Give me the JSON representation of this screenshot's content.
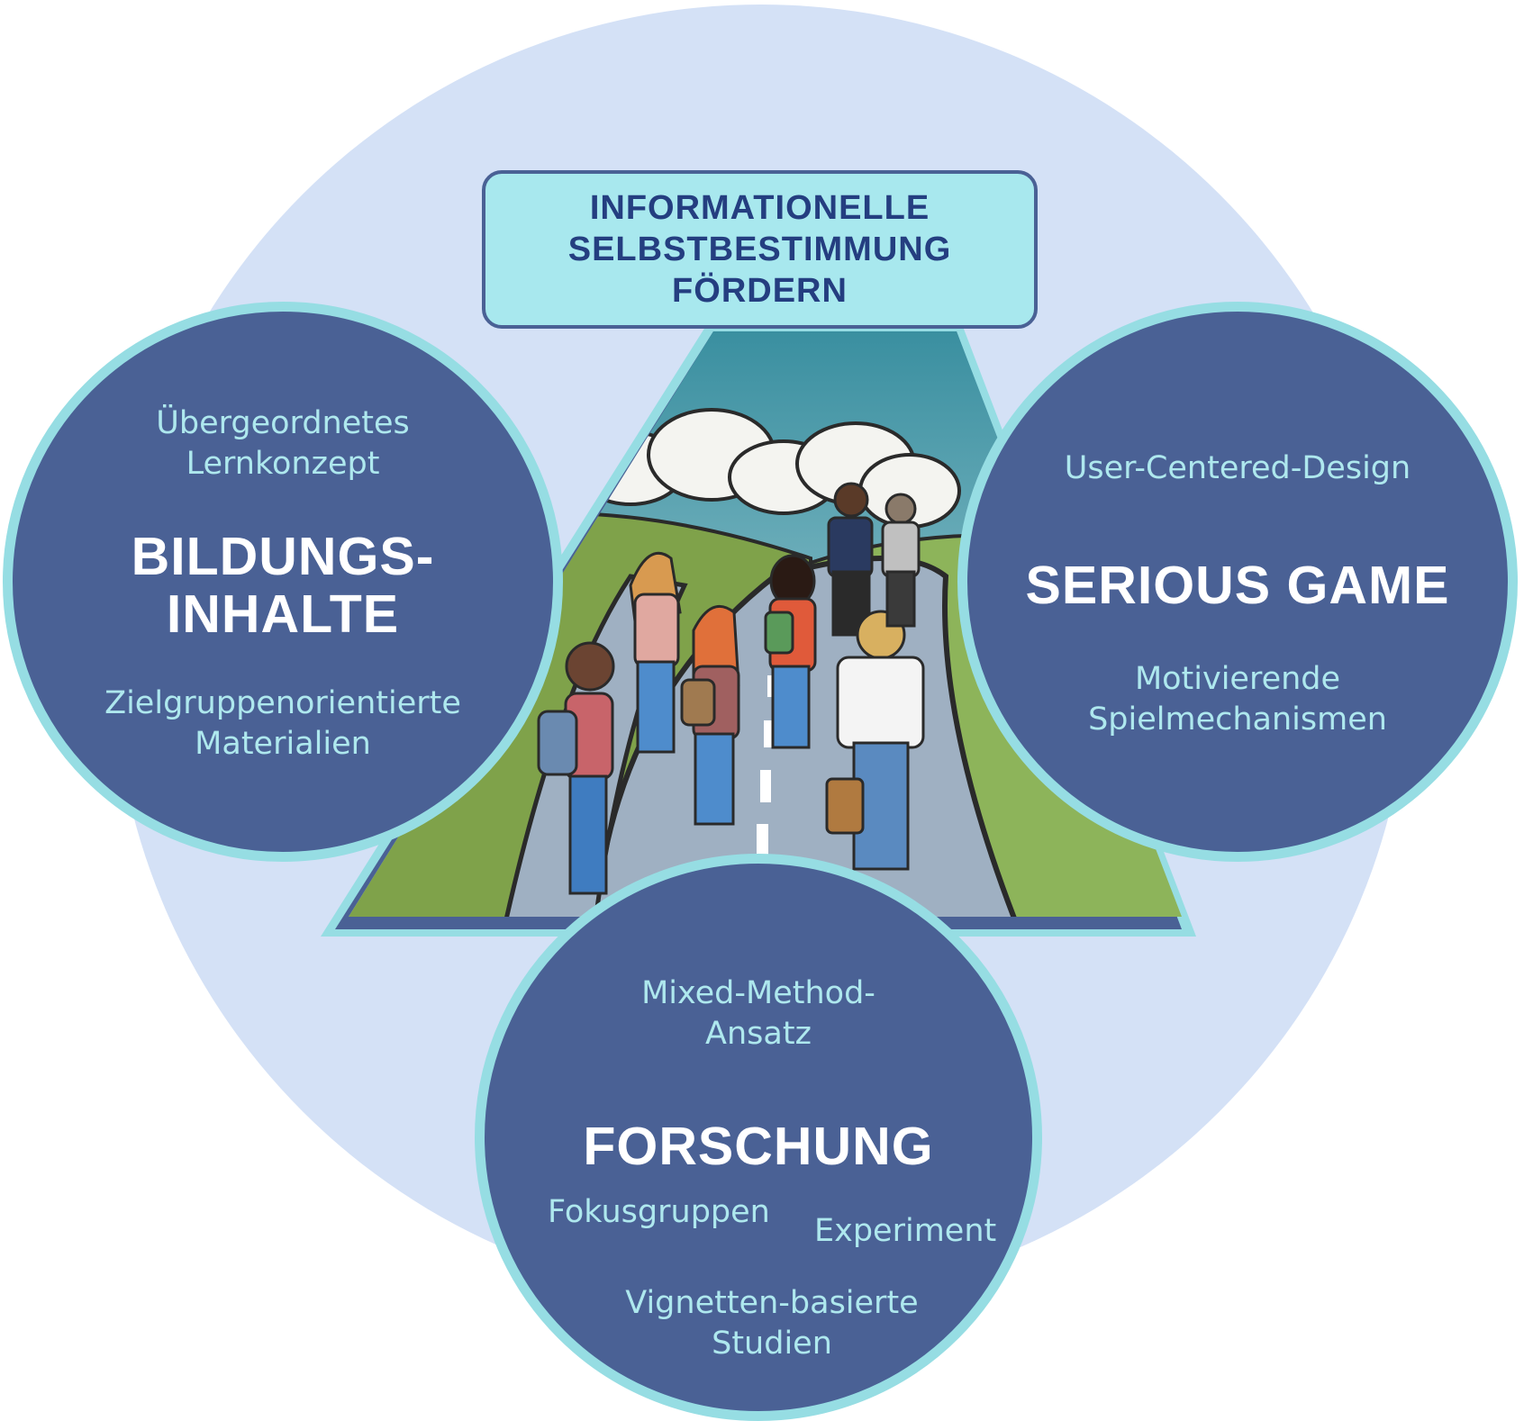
{
  "goal": {
    "lines": [
      "INFORMATIONELLE",
      "SELBSTBESTIMMUNG",
      "FÖRDERN"
    ]
  },
  "left_circle": {
    "top_lines": [
      "Übergeordnetes",
      "Lernkonzept"
    ],
    "title_lines": [
      "BILDUNGS-",
      "INHALTE"
    ],
    "bottom_lines": [
      "Zielgruppenorientierte",
      "Materialien"
    ]
  },
  "right_circle": {
    "top_text": "User-Centered-Design",
    "title": "SERIOUS GAME",
    "bottom_lines": [
      "Motivierende",
      "Spielmechanismen"
    ]
  },
  "bottom_circle": {
    "top_lines": [
      "Mixed-Method-",
      "Ansatz"
    ],
    "title": "FORSCHUNG",
    "item_left": "Fokusgruppen",
    "item_right": "Experiment",
    "item_bottom_lines": [
      "Vignetten-basierte",
      "Studien"
    ]
  },
  "colors": {
    "background_circle": "#d4e1f6",
    "circle_fill": "#4a6195",
    "circle_border": "#96dde3",
    "goal_fill": "#a8e8ee",
    "goal_text": "#243e80"
  },
  "icons": {
    "illustration": "students-walking-on-road-illustration"
  }
}
